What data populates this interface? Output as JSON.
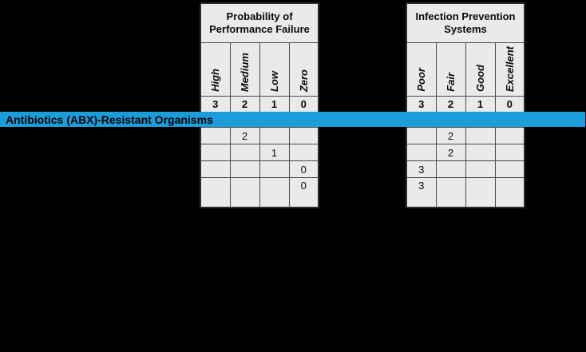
{
  "colors": {
    "background": "#000000",
    "banner_blue": "#1b9dd9",
    "cell_bg": "#e9eaea",
    "border": "#4a4a4a"
  },
  "banner": {
    "label": "Antibiotics (ABX)-Resistant Organisms"
  },
  "tables": [
    {
      "id": "performance-failure",
      "title": "Probability of Performance Failure",
      "columns": [
        {
          "label": "High",
          "score": "3"
        },
        {
          "label": "Medium",
          "score": "2"
        },
        {
          "label": "Low",
          "score": "1"
        },
        {
          "label": "Zero",
          "score": "0"
        }
      ],
      "rows": [
        [
          "",
          "2",
          "",
          ""
        ],
        [
          "",
          "",
          "1",
          ""
        ],
        [
          "",
          "",
          "",
          "0"
        ],
        [
          "",
          "",
          "",
          "0"
        ]
      ]
    },
    {
      "id": "infection-prevention",
      "title": "Infection Prevention Systems",
      "columns": [
        {
          "label": "Poor",
          "score": "3"
        },
        {
          "label": "Fair",
          "score": "2"
        },
        {
          "label": "Good",
          "score": "1"
        },
        {
          "label": "Excellent",
          "score": "0"
        }
      ],
      "rows": [
        [
          "",
          "2",
          "",
          ""
        ],
        [
          "",
          "2",
          "",
          ""
        ],
        [
          "3",
          "",
          "",
          ""
        ],
        [
          "3",
          "",
          "",
          ""
        ]
      ]
    }
  ]
}
